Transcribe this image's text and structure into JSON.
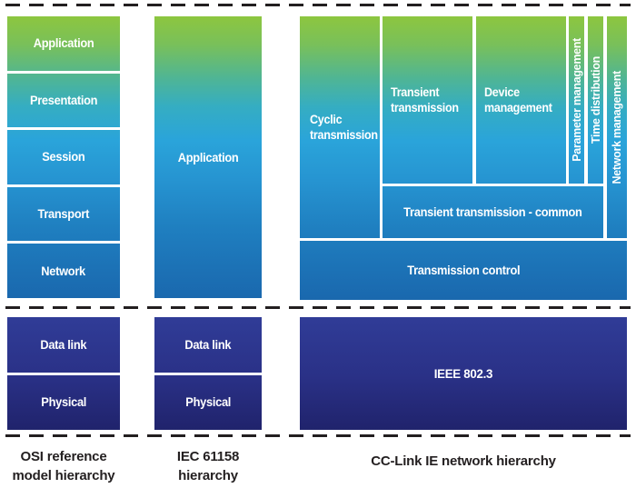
{
  "colors": {
    "gradient_top_green": "#8dc63f",
    "gradient_mid_cyan": "#2aa4da",
    "gradient_bottom_blue": "#1a68ae",
    "navy_top": "#303c97",
    "navy_bottom": "#20236c",
    "dash_color": "#231f20",
    "block_label_text": "#ffffff",
    "caption_text": "#231f20"
  },
  "osi": {
    "layers": [
      "Application",
      "Presentation",
      "Session",
      "Transport",
      "Network"
    ],
    "lower_layers": [
      "Data link",
      "Physical"
    ],
    "caption_line1": "OSI reference",
    "caption_line2": "model hierarchy"
  },
  "iec": {
    "application_label": "Application",
    "lower_layers": [
      "Data link",
      "Physical"
    ],
    "caption_line1": "IEC 61158",
    "caption_line2": "hierarchy"
  },
  "cclink": {
    "cyclic_transmission": "Cyclic transmission",
    "transient_transmission": "Transient transmission",
    "device_management": "Device management",
    "parameter_management": "Parameter management",
    "time_distribution": "Time distribution",
    "network_management": "Network management",
    "transient_common": "Transient transmission - common",
    "transmission_control": "Transmission control",
    "ieee": "IEEE 802.3",
    "caption": "CC-Link IE network hierarchy"
  }
}
